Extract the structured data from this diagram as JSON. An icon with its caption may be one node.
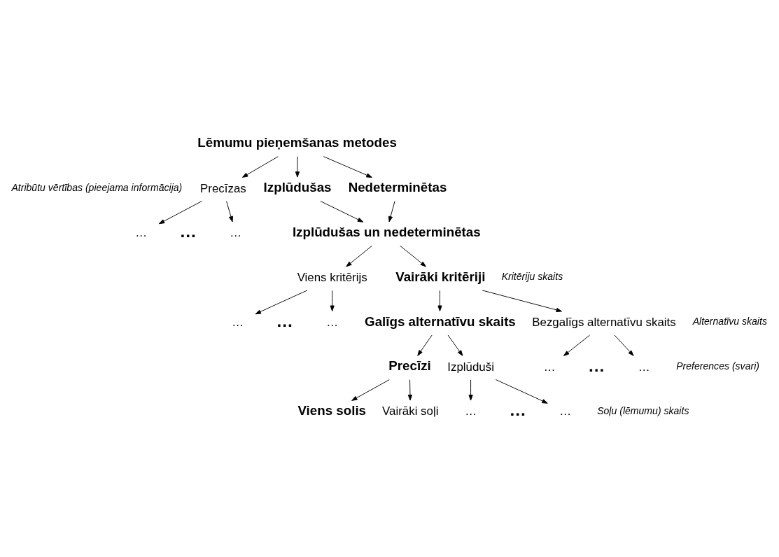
{
  "diagram": {
    "nodes": [
      {
        "text": [
          "Lēmumu pieņemšanas metodes"
        ]
      },
      {
        "text": [
          "Precīzas"
        ]
      },
      {
        "text": [
          "Izplūdušas"
        ]
      },
      {
        "text": [
          "Nedeterminētas"
        ]
      },
      {
        "text": [
          "Izplūdušas un nedeterminētas"
        ]
      },
      {
        "text": [
          "…"
        ]
      },
      {
        "text": [
          "…"
        ]
      },
      {
        "text": [
          "Viens kritērijs"
        ]
      },
      {
        "text": [
          "Vairāki kritēriji"
        ]
      },
      {
        "text": [
          "…"
        ]
      },
      {
        "text": [
          "…"
        ]
      },
      {
        "text": [
          "Galīgs alternatīvu skaits"
        ]
      },
      {
        "text": [
          "Bezgalīgs alternatīvu skaits"
        ]
      },
      {
        "text": [
          "…"
        ]
      },
      {
        "text": [
          "…"
        ]
      },
      {
        "text": [
          "Precīzi"
        ]
      },
      {
        "text": [
          "Izplūduši"
        ]
      },
      {
        "text": [
          "…"
        ]
      },
      {
        "text": [
          "…"
        ]
      },
      {
        "text": [
          "Viens solis"
        ]
      },
      {
        "text": [
          "Vairāki soļi"
        ]
      }
    ],
    "edges": [
      {
        "from": 0,
        "to": 1,
        "arrow": "to"
      },
      {
        "from": 0,
        "to": 2,
        "arrow": "to"
      },
      {
        "from": 0,
        "to": 3,
        "arrow": "to"
      },
      {
        "from": 2,
        "to": 4,
        "arrow": "to"
      },
      {
        "from": 3,
        "to": 4,
        "arrow": "to"
      },
      {
        "from": 1,
        "to": 5,
        "arrow": "to"
      },
      {
        "from": 1,
        "to": 6,
        "arrow": "to"
      },
      {
        "from": 4,
        "to": 7,
        "arrow": "to"
      },
      {
        "from": 4,
        "to": 8,
        "arrow": "to"
      },
      {
        "from": 7,
        "to": 9,
        "arrow": "to"
      },
      {
        "from": 7,
        "to": 10,
        "arrow": "to"
      },
      {
        "from": 8,
        "to": 11,
        "arrow": "to"
      },
      {
        "from": 8,
        "to": 12,
        "arrow": "to"
      },
      {
        "from": 12,
        "to": 13,
        "arrow": "to"
      },
      {
        "from": 12,
        "to": 14,
        "arrow": "to"
      },
      {
        "from": 11,
        "to": 15,
        "arrow": "to"
      },
      {
        "from": 11,
        "to": 16,
        "arrow": "to"
      },
      {
        "from": 16,
        "to": 17,
        "arrow": "to"
      },
      {
        "from": 16,
        "to": 18,
        "arrow": "to"
      },
      {
        "from": 15,
        "to": 19,
        "arrow": "to"
      },
      {
        "from": 15,
        "to": 20,
        "arrow": "to"
      }
    ],
    "labels": [
      "Atribūtu vērtības (pieejama informācija)",
      "…",
      "Kritēriju skaits",
      "…",
      "Alternatīvu skaits",
      "…",
      "Preferences (svari)",
      "…",
      "Soļu (lēmumu) skaits"
    ]
  }
}
